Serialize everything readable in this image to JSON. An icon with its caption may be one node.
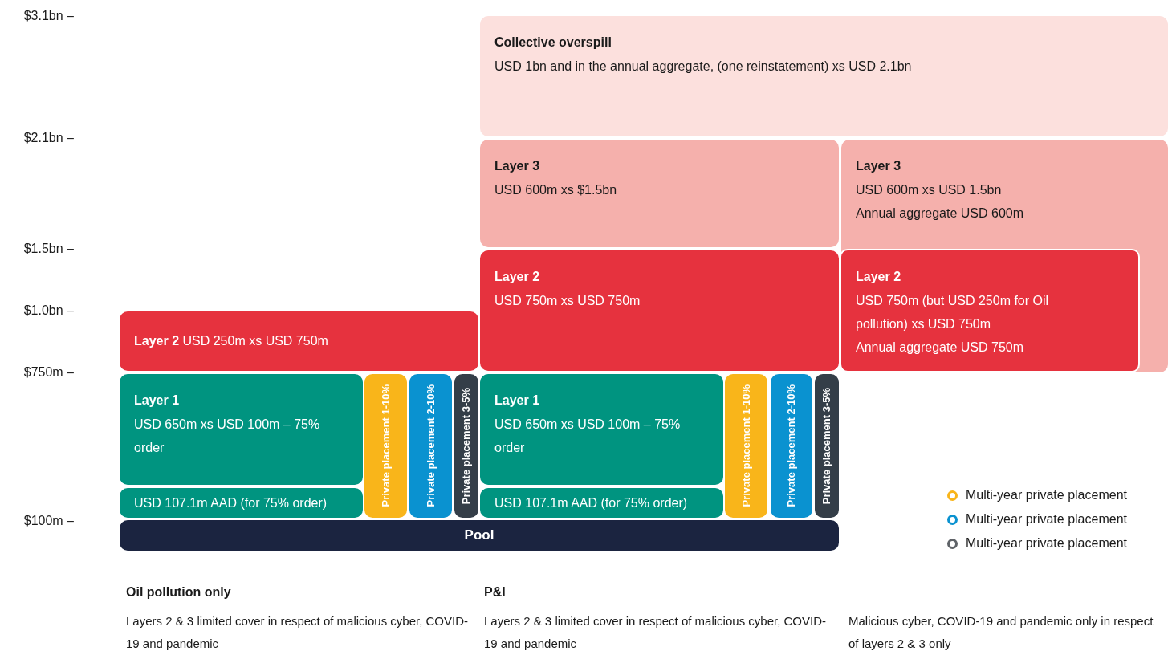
{
  "diagram": {
    "nodes": [
      {
        "text": [
          "Collective overspill",
          "USD 1bn and in the annual aggregate, (one reinstatement) xs USD 2.1bn"
        ]
      },
      {
        "text": [
          "Layer 3",
          "USD 600m xs $1.5bn"
        ]
      },
      {
        "text": [
          "Layer 3",
          "USD 600m xs USD 1.5bn",
          "Annual aggregate USD 600m"
        ]
      },
      {
        "text": [
          "**Layer 2** USD 250m xs USD 750m"
        ]
      },
      {
        "text": [
          "Layer 2",
          "USD 750m xs USD 750m"
        ]
      },
      {
        "text": [
          "Layer 2",
          "USD 750m (but USD 250m for Oil pollution) xs USD 750m",
          "Annual aggregate USD 750m"
        ],
        "in": 2
      },
      {
        "text": [
          "Layer 1",
          "USD 650m xs USD 100m – 75% order"
        ]
      },
      {
        "text": [
          "USD 107.1m AAD (for 75% order)"
        ]
      },
      {
        "text": [
          "Private placement 1-10%"
        ]
      },
      {
        "text": [
          "Private placement 2-10%"
        ]
      },
      {
        "text": [
          "Private placement 3-5%"
        ]
      },
      {
        "text": [
          "Layer 1",
          "USD 650m xs USD 100m – 75% order"
        ]
      },
      {
        "text": [
          "USD 107.1m AAD (for 75% order)"
        ]
      },
      {
        "text": [
          "Private placement 1-10%"
        ]
      },
      {
        "text": [
          "Private placement 2-10%"
        ]
      },
      {
        "text": [
          "Private placement 3-5%"
        ]
      },
      {
        "text": [
          "Pool"
        ]
      }
    ],
    "edges": [],
    "labels": [
      "$3.1bn –",
      "$2.1bn –",
      "$1.5bn –",
      "$1.0bn –",
      "$750m –",
      "$100m –",
      "Oil pollution only",
      "Layers 2 & 3 limited cover in respect of malicious cyber, COVID-19 and pandemic",
      "P&I",
      "Layers 2 & 3 limited cover in respect of malicious cyber, COVID-19 and pandemic",
      "Malicious cyber, COVID-19 and pandemic only in respect of layers 2 & 3 only"
    ],
    "legend": [
      {
        "text": "Multi-year private placement",
        "color": "#f9b51a"
      },
      {
        "text": "Multi-year private placement",
        "color": "#0a92d0"
      },
      {
        "text": "Multi-year private placement",
        "color": "#5f6368"
      }
    ]
  }
}
